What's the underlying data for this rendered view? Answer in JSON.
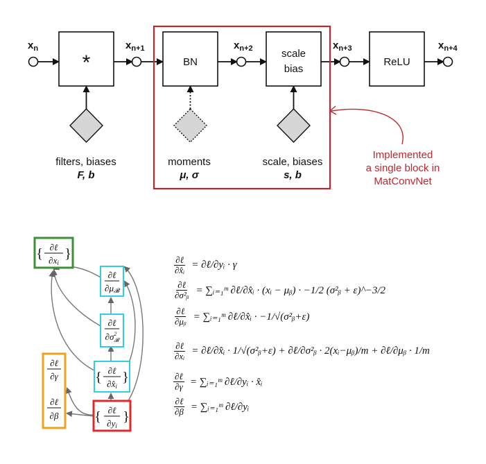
{
  "top_diagram": {
    "variables": [
      "x",
      "x",
      "x",
      "x",
      "x"
    ],
    "subscripts": [
      "n",
      "n+1",
      "n+2",
      "n+3",
      "n+4"
    ],
    "blocks": [
      "*",
      "BN",
      "scale",
      "bias",
      "ReLU"
    ],
    "params": [
      {
        "label": "filters, biases",
        "symbols": "F, b"
      },
      {
        "label": "moments",
        "symbols": "μ, σ"
      },
      {
        "label": "scale, biases",
        "symbols": "s, b"
      }
    ],
    "annotation": [
      "Implemented",
      "a single block in",
      "MatConvNet"
    ],
    "colors": {
      "highlight": "#c0272d",
      "diamond_fill": "#d6d6d6"
    }
  },
  "graph": {
    "nodes": [
      {
        "id": "dxi",
        "num": "∂ℓ",
        "den": "∂x",
        "den_sub": "i",
        "braced": true,
        "color": "#3e8f3a"
      },
      {
        "id": "dmu",
        "num": "∂ℓ",
        "den": "∂μ",
        "den_sub": "𝓑",
        "braced": false,
        "color": "#2ed0e0"
      },
      {
        "id": "dsig",
        "num": "∂ℓ",
        "den": "∂σ",
        "den_sub": "𝓑",
        "den_sup": "2",
        "braced": false,
        "color": "#2ed0e0"
      },
      {
        "id": "dxhat",
        "num": "∂ℓ",
        "den": "∂x̂",
        "den_sub": "i",
        "braced": true,
        "color": "#2ed0e0"
      },
      {
        "id": "dgam",
        "num": "∂ℓ",
        "den": "∂γ",
        "braced": false,
        "color": "#f0a020"
      },
      {
        "id": "dbeta",
        "num": "∂ℓ",
        "den": "∂β",
        "braced": false,
        "color": "#f0a020"
      },
      {
        "id": "dyi",
        "num": "∂ℓ",
        "den": "∂y",
        "den_sub": "i",
        "braced": true,
        "color": "#e0282e"
      }
    ]
  },
  "equations": [
    {
      "lhs_num": "∂ℓ",
      "lhs_den": "∂x̂ᵢ",
      "rhs": "= ∂ℓ/∂yᵢ · γ"
    },
    {
      "lhs_num": "∂ℓ",
      "lhs_den": "∂σ²ᵦ",
      "rhs": "= ∑ᵢ₌₁ᵐ ∂ℓ/∂x̂ᵢ · (xᵢ − μᵦ) · −1/2 (σ²ᵦ + ε)^−3/2"
    },
    {
      "lhs_num": "∂ℓ",
      "lhs_den": "∂μᵦ",
      "rhs": "= ∑ᵢ₌₁ᵐ ∂ℓ/∂x̂ᵢ · −1/√(σ²ᵦ+ε)"
    },
    {
      "lhs_num": "∂ℓ",
      "lhs_den": "∂xᵢ",
      "rhs": "= ∂ℓ/∂x̂ᵢ · 1/√(σ²ᵦ+ε) + ∂ℓ/∂σ²ᵦ · 2(xᵢ−μᵦ)/m + ∂ℓ/∂μᵦ · 1/m"
    },
    {
      "lhs_num": "∂ℓ",
      "lhs_den": "∂γ",
      "rhs": "= ∑ᵢ₌₁ᵐ ∂ℓ/∂yᵢ · x̂ᵢ"
    },
    {
      "lhs_num": "∂ℓ",
      "lhs_den": "∂β",
      "rhs": "= ∑ᵢ₌₁ᵐ ∂ℓ/∂yᵢ"
    }
  ]
}
